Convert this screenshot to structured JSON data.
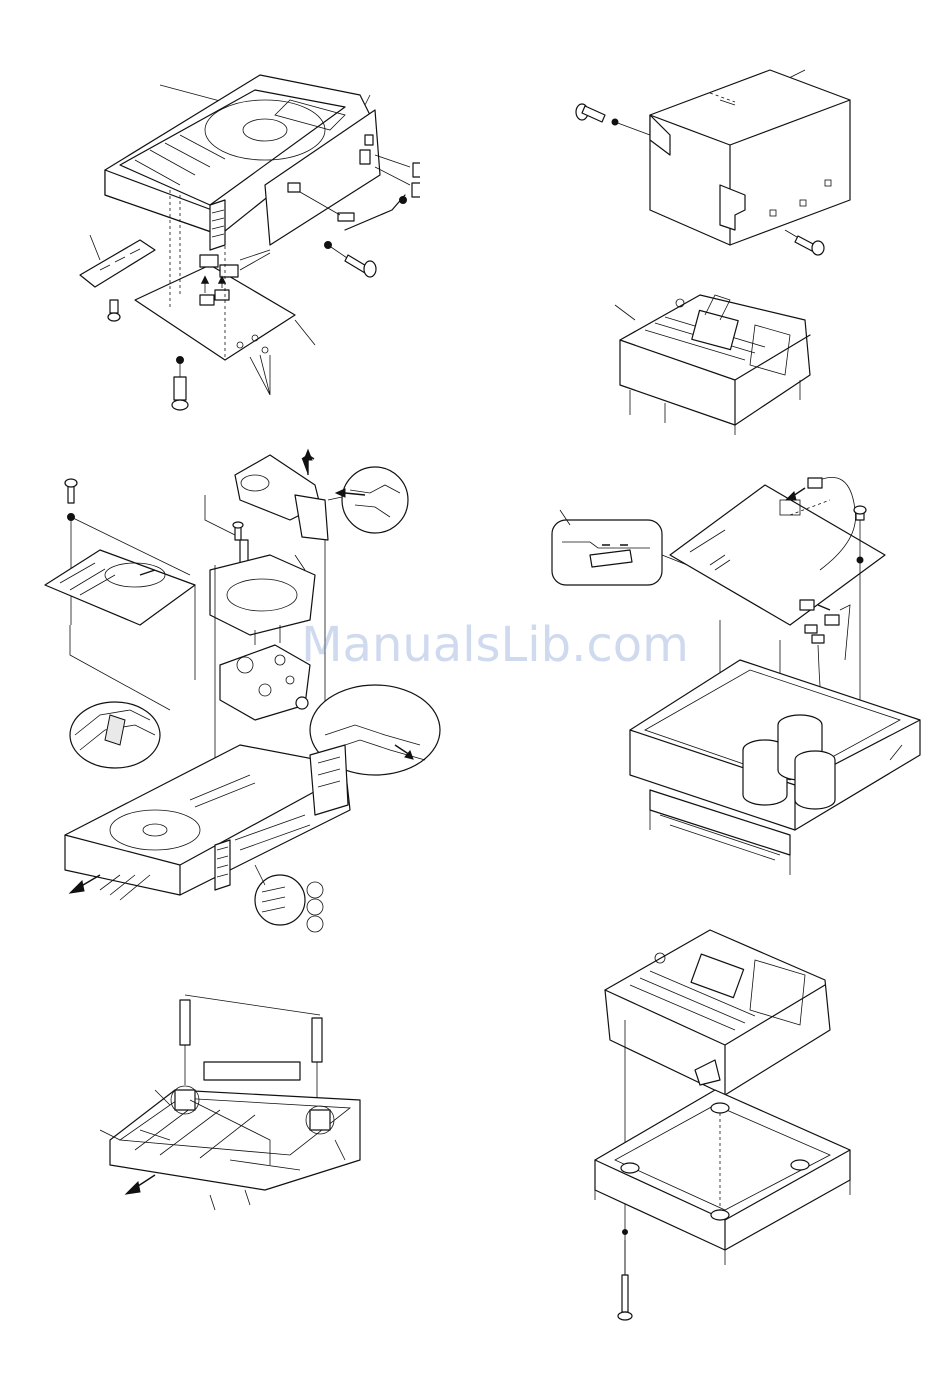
{
  "watermark": {
    "text": "ManualsLib.com",
    "color": "#7896d2"
  },
  "panels": [
    {
      "id": "cd-mechanism-pcb-removal",
      "icon": "exploded-view-diagram"
    },
    {
      "id": "top-cover-removal",
      "icon": "exploded-view-diagram"
    },
    {
      "id": "loader-disassembly",
      "icon": "exploded-view-diagram"
    },
    {
      "id": "chassis-pcb-removal",
      "icon": "exploded-view-diagram"
    },
    {
      "id": "tray-release-screwdriver",
      "icon": "exploded-view-diagram"
    },
    {
      "id": "mechanism-base-removal",
      "icon": "exploded-view-diagram"
    }
  ],
  "colors": {
    "line": "#111111",
    "paper": "#ffffff"
  }
}
